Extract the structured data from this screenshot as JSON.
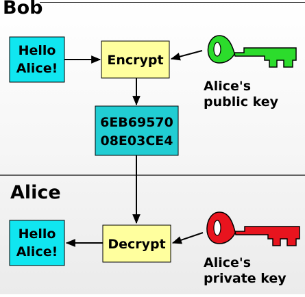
{
  "sender": {
    "title": "Bob",
    "plaintext": [
      "Hello",
      "Alice!"
    ],
    "encrypt_label": "Encrypt",
    "key_label": [
      "Alice's",
      "public key"
    ],
    "key_color": "#2cdc2c"
  },
  "ciphertext": [
    "6EB69570",
    "08E03CE4"
  ],
  "receiver": {
    "title": "Alice",
    "plaintext": [
      "Hello",
      "Alice!"
    ],
    "decrypt_label": "Decrypt",
    "key_label": [
      "Alice's",
      "private key"
    ],
    "key_color": "#e8141e"
  },
  "colors": {
    "plaintext_box": "#10e6f0",
    "operation_box": "#ffff9e",
    "ciphertext_box": "#21cdd3"
  }
}
